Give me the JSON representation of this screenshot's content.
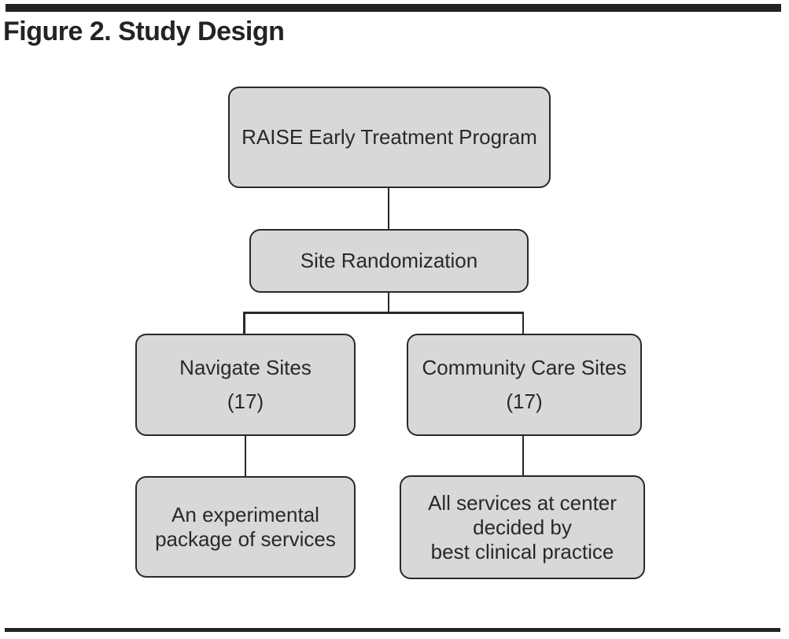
{
  "figure": {
    "title": "Figure 2. Study Design"
  },
  "flowchart": {
    "nodes": [
      {
        "id": "raise-early-treatment-program",
        "lines": [
          "RAISE Early Treatment Program"
        ]
      },
      {
        "id": "site-randomization",
        "lines": [
          "Site Randomization"
        ]
      },
      {
        "id": "navigate-sites",
        "lines": [
          "Navigate Sites",
          "(17)"
        ]
      },
      {
        "id": "community-care-sites",
        "lines": [
          "Community Care Sites",
          "(17)"
        ]
      },
      {
        "id": "experimental-package",
        "lines": [
          "An experimental",
          "package of services"
        ]
      },
      {
        "id": "all-services-best-practice",
        "lines": [
          "All services at center",
          "decided by",
          "best clinical practice"
        ]
      }
    ],
    "edges": [
      {
        "from": "raise-early-treatment-program",
        "to": "site-randomization"
      },
      {
        "from": "site-randomization",
        "to": "navigate-sites"
      },
      {
        "from": "site-randomization",
        "to": "community-care-sites"
      },
      {
        "from": "navigate-sites",
        "to": "experimental-package"
      },
      {
        "from": "community-care-sites",
        "to": "all-services-best-practice"
      }
    ]
  },
  "colors": {
    "node_fill": "#d8d8d8",
    "node_border": "#2b2827",
    "connector": "#2b2827",
    "rule": "#262223",
    "title_text": "#262223",
    "background": "#ffffff"
  }
}
